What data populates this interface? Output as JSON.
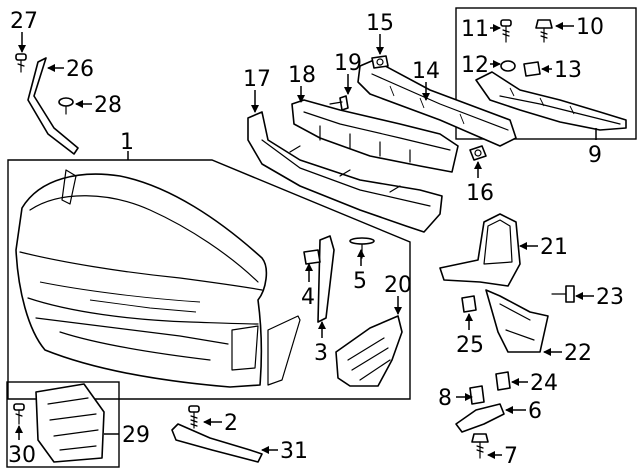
{
  "callouts": {
    "c1": "1",
    "c2": "2",
    "c3": "3",
    "c4": "4",
    "c5": "5",
    "c6": "6",
    "c7": "7",
    "c8": "8",
    "c9": "9",
    "c10": "10",
    "c11": "11",
    "c12": "12",
    "c13": "13",
    "c14": "14",
    "c15": "15",
    "c16": "16",
    "c17": "17",
    "c18": "18",
    "c19": "19",
    "c20": "20",
    "c21": "21",
    "c22": "22",
    "c23": "23",
    "c24": "24",
    "c25": "25",
    "c26": "26",
    "c27": "27",
    "c28": "28",
    "c29": "29",
    "c30": "30",
    "c31": "31"
  }
}
